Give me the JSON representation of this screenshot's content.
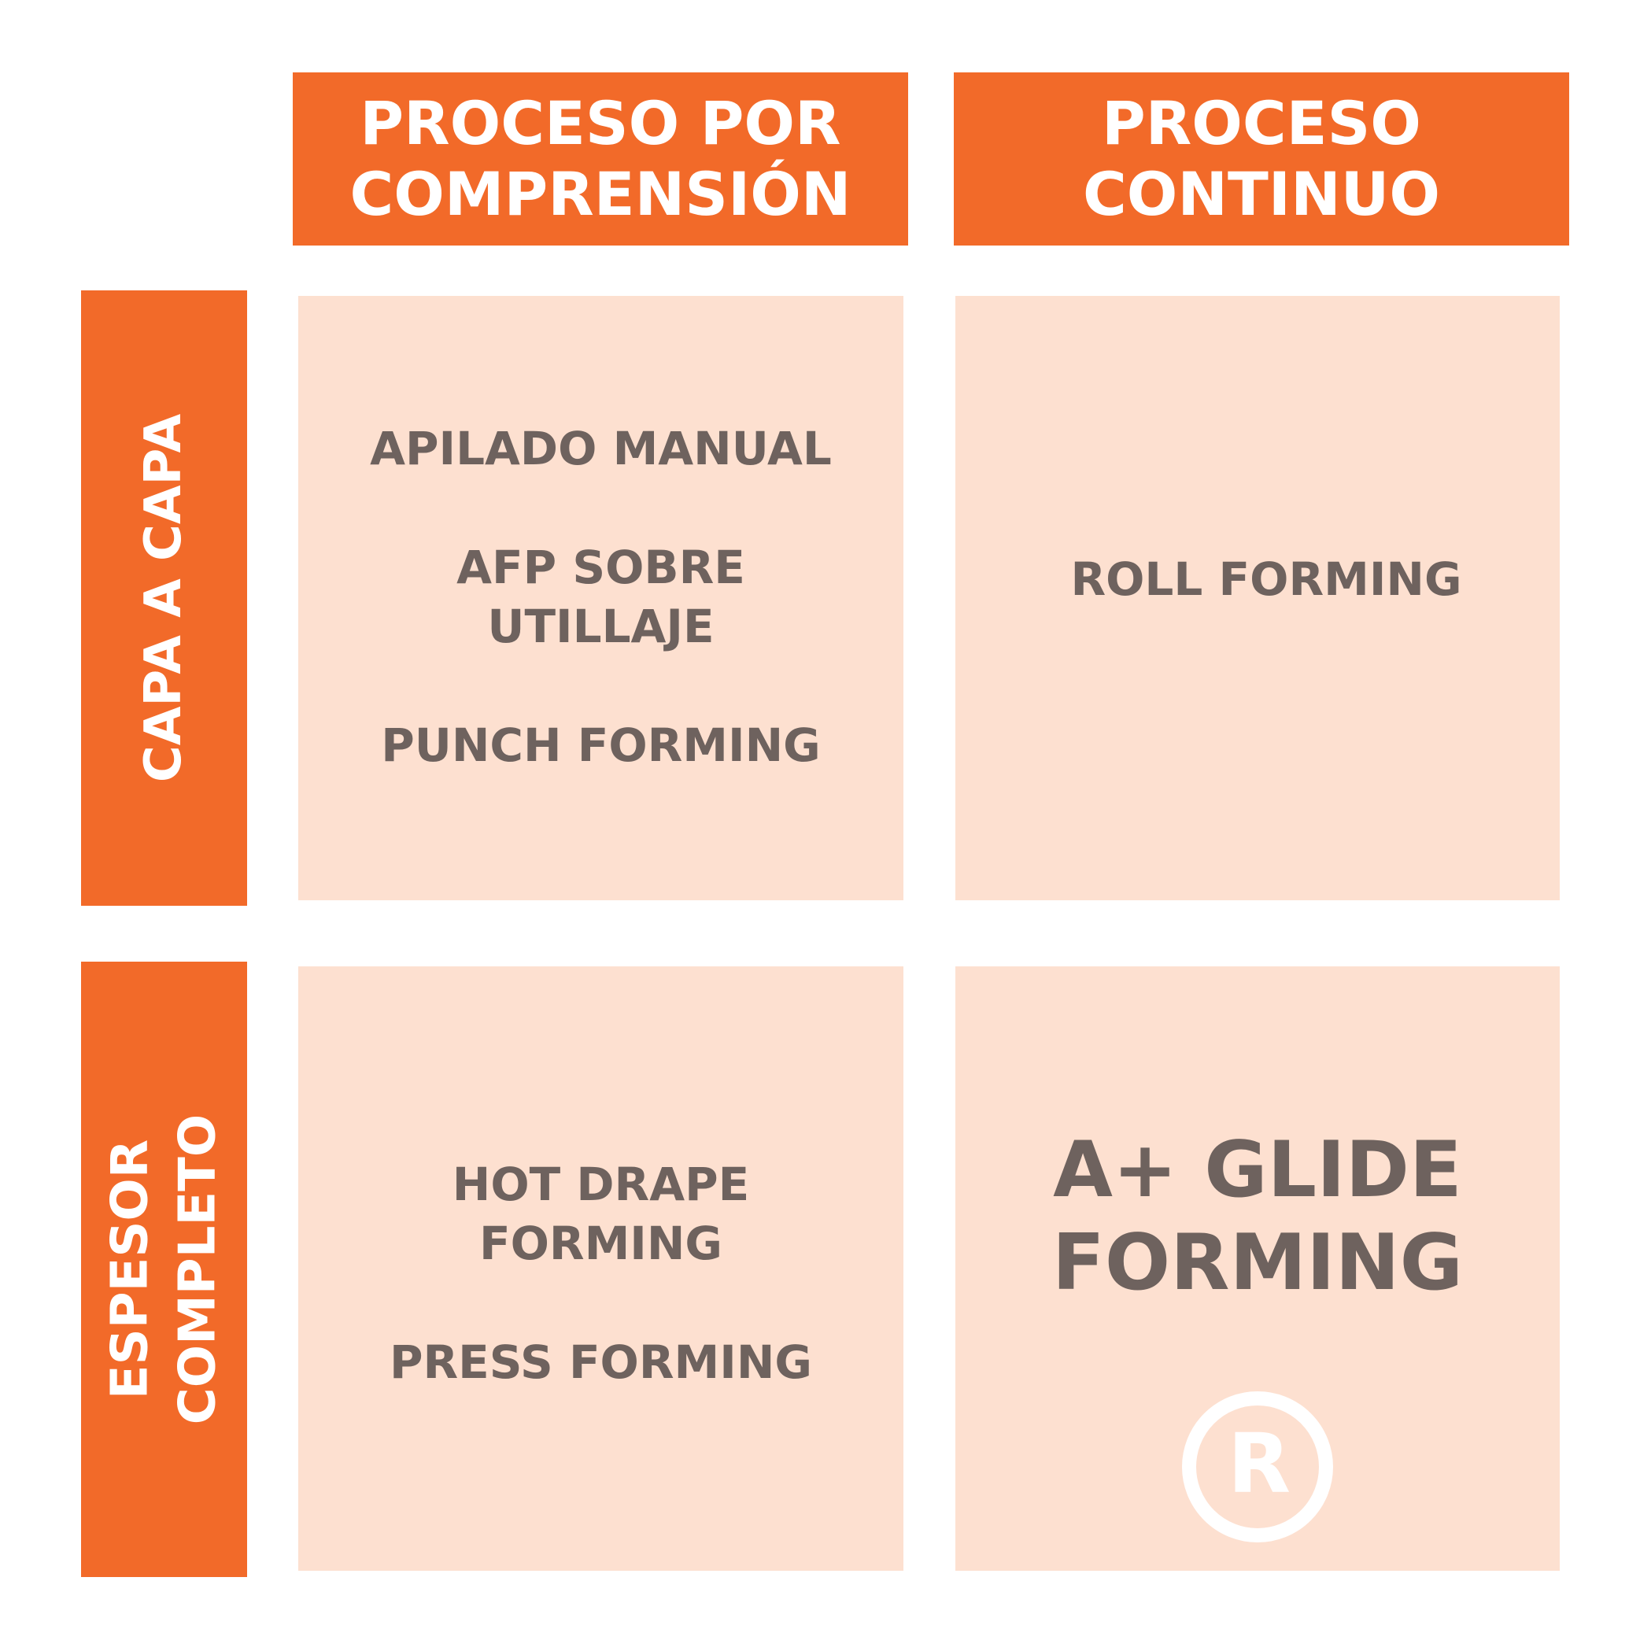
{
  "columns": {
    "compression": {
      "line1": "PROCESO POR",
      "line2": "COMPRENSIÓN"
    },
    "continuous": {
      "line1": "PROCESO",
      "line2": "CONTINUO"
    }
  },
  "rows": {
    "layer": {
      "line1": "CAPA A CAPA"
    },
    "full": {
      "line1": "ESPESOR",
      "line2": "COMPLETO"
    }
  },
  "cells": {
    "layer_compression": {
      "item1": "APILADO MANUAL",
      "item2_line1": "AFP SOBRE",
      "item2_line2": "UTILLAJE",
      "item3": "PUNCH FORMING"
    },
    "layer_continuous": {
      "item1": "ROLL FORMING"
    },
    "full_compression": {
      "item1_line1": "HOT DRAPE",
      "item1_line2": "FORMING",
      "item2": "PRESS FORMING"
    },
    "full_continuous": {
      "line1": "A+ GLIDE",
      "line2": "FORMING",
      "mark": "R"
    }
  },
  "colors": {
    "header": "#f26a29",
    "cell": "#fde0d0",
    "text": "#6e625e",
    "mark": "#ffffff"
  }
}
